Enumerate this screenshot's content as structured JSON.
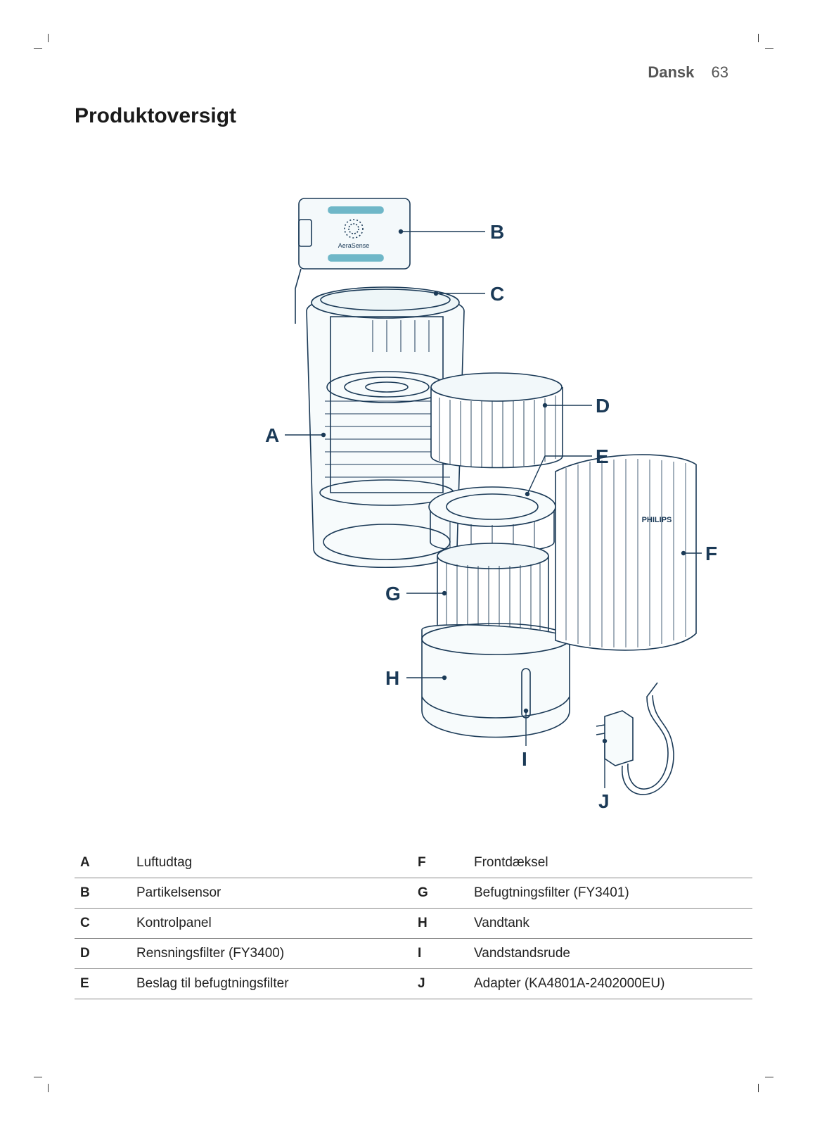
{
  "header": {
    "language": "Dansk",
    "page_number": "63"
  },
  "page_title": "Produktoversigt",
  "figure": {
    "sensor_brand": "AeraSense",
    "cover_brand": "PHILIPS",
    "callouts": [
      "A",
      "B",
      "C",
      "D",
      "E",
      "F",
      "G",
      "H",
      "I",
      "J"
    ]
  },
  "parts": [
    {
      "left": {
        "key": "A",
        "label": "Luftudtag"
      },
      "right": {
        "key": "F",
        "label": "Frontdæksel"
      }
    },
    {
      "left": {
        "key": "B",
        "label": "Partikelsensor"
      },
      "right": {
        "key": "G",
        "label": "Befugtningsfilter (FY3401)"
      }
    },
    {
      "left": {
        "key": "C",
        "label": "Kontrolpanel"
      },
      "right": {
        "key": "H",
        "label": "Vandtank"
      }
    },
    {
      "left": {
        "key": "D",
        "label": "Rensningsfilter (FY3400)"
      },
      "right": {
        "key": "I",
        "label": "Vandstandsrude"
      }
    },
    {
      "left": {
        "key": "E",
        "label": "Beslag til befugtningsfilter"
      },
      "right": {
        "key": "J",
        "label": "Adapter (KA4801A-2402000EU)"
      }
    }
  ],
  "colors": {
    "line_art": "#1b3a57",
    "accent": "#6fb7c8",
    "rule": "#888888"
  }
}
